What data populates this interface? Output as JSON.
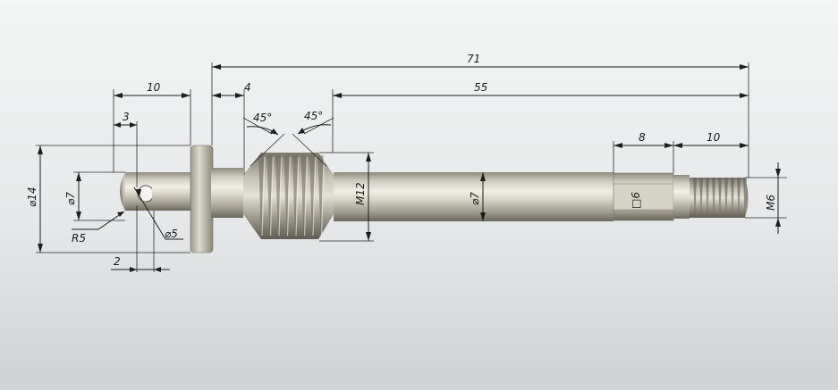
{
  "colors": {
    "background_top": "#f4f5f5",
    "background_bottom": "#cfd2d4",
    "metal_light": "#e9e7dd",
    "metal_mid": "#b9b6a8",
    "metal_dark": "#6f6c62",
    "dimension_line": "#1d1d1d"
  },
  "dimensions": {
    "overall_length": "71",
    "head_length": "10",
    "collar_width": "4",
    "length_from_thread": "55",
    "hole_offset": "3",
    "chamfer_left": "45°",
    "chamfer_right": "45°",
    "square_length": "8",
    "thread_length": "10",
    "collar_diameter": "⌀14",
    "head_diameter": "⌀7",
    "head_radius": "R5",
    "hole_diameter": "⌀5",
    "hole_position": "2",
    "thread_spec": "M12",
    "shaft_diameter": "⌀7",
    "square_size": "□6",
    "end_thread_spec": "M6"
  }
}
